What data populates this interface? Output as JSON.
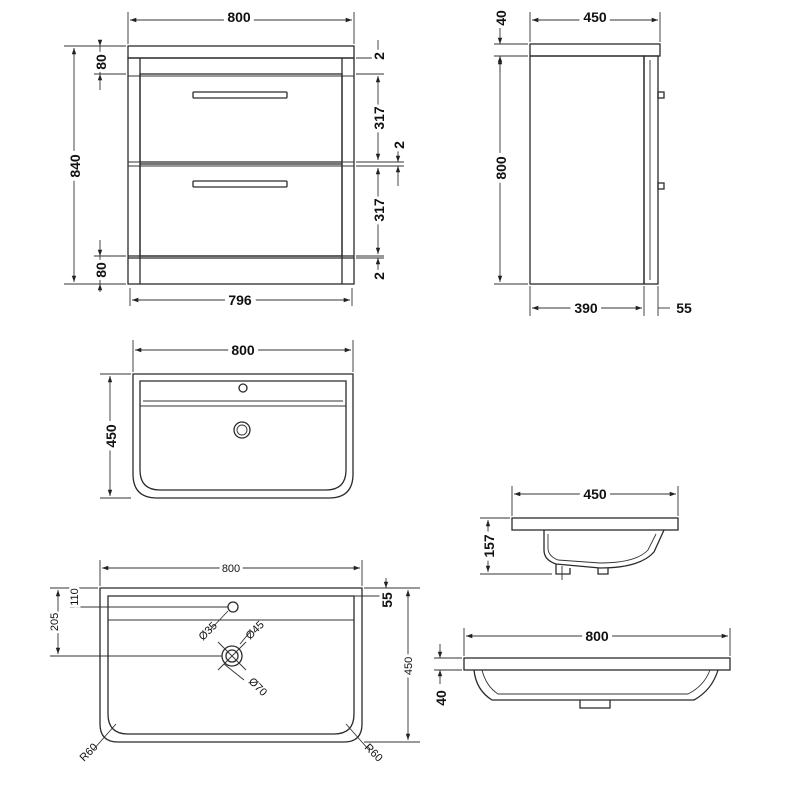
{
  "front_view": {
    "width_top": "800",
    "width_bottom": "796",
    "height_total": "840",
    "top_rail": "80",
    "bottom_plinth": "80",
    "gap_top": "2",
    "drawer_top": "317",
    "gap_mid": "2",
    "drawer_bottom": "317",
    "gap_bottom": "2"
  },
  "side_view": {
    "width": "450",
    "top_thickness": "40",
    "height": "800",
    "depth_body": "390",
    "depth_front": "55"
  },
  "basin_top_view": {
    "width": "800",
    "depth": "450"
  },
  "basin_side_view": {
    "width": "450",
    "height": "157"
  },
  "basin_plan": {
    "width": "800",
    "depth": "450",
    "tap_offset": "110",
    "waste_offset": "205",
    "edge_offset": "55",
    "tap_hole": "Ø35",
    "waste_outer": "Ø45",
    "waste_ring": "Ø70",
    "radius_left": "R60",
    "radius_right": "R60"
  },
  "basin_front_view": {
    "width": "800",
    "rim_height": "40"
  }
}
